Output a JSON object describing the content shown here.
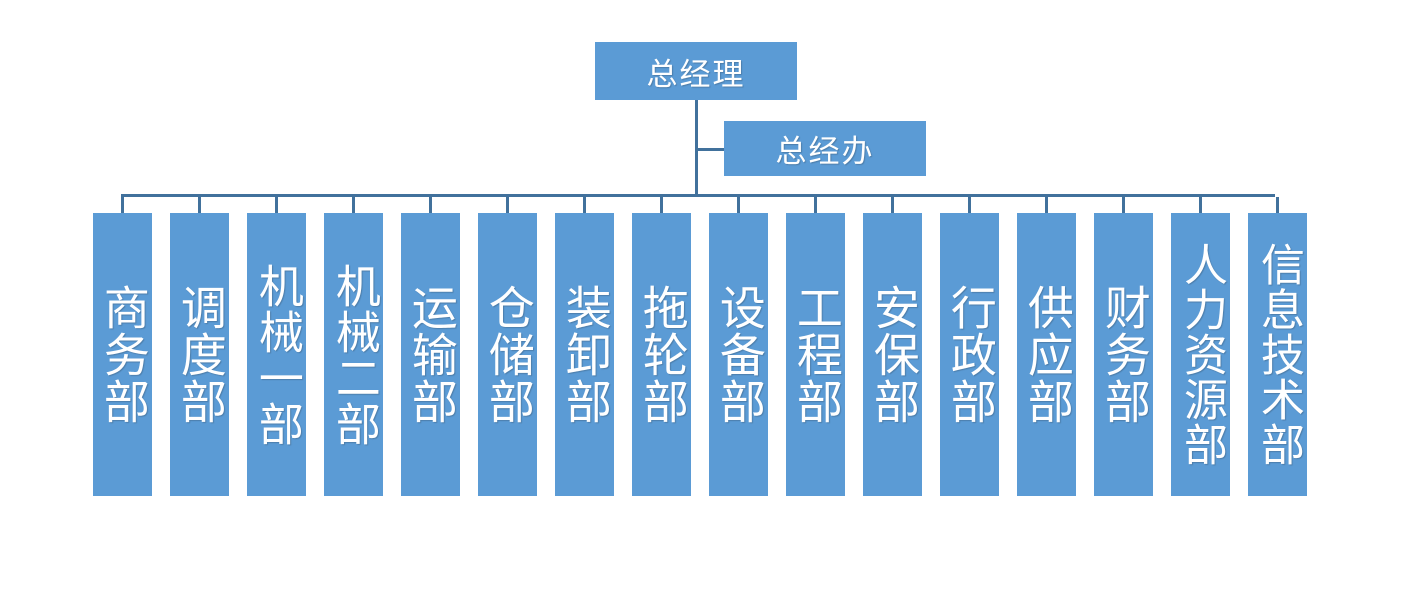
{
  "chart": {
    "title_node": {
      "label": "总经理"
    },
    "staff_node": {
      "label": "总经办"
    },
    "departments": [
      {
        "label": "商务部"
      },
      {
        "label": "调度部"
      },
      {
        "label": "机械一部"
      },
      {
        "label": "机械二部"
      },
      {
        "label": "运输部"
      },
      {
        "label": "仓储部"
      },
      {
        "label": "装卸部"
      },
      {
        "label": "拖轮部"
      },
      {
        "label": "设备部"
      },
      {
        "label": "工程部"
      },
      {
        "label": "安保部"
      },
      {
        "label": "行政部"
      },
      {
        "label": "供应部"
      },
      {
        "label": "财务部"
      },
      {
        "label": "人力资源部"
      },
      {
        "label": "信息技术部"
      }
    ],
    "colors": {
      "node_fill": "#5B9BD5",
      "node_text": "#FFFFFF",
      "connector": "#41719C",
      "background": "#FFFFFF"
    }
  }
}
